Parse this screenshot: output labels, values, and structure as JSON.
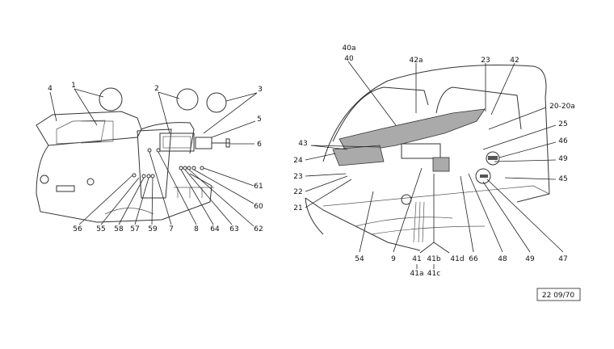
{
  "left_view": {
    "labels": [
      "4",
      "1",
      "2",
      "3",
      "5",
      "6",
      "61",
      "60",
      "62",
      "63",
      "64",
      "8",
      "7",
      "59",
      "57",
      "58",
      "55",
      "56"
    ]
  },
  "right_view": {
    "labels": [
      "40a",
      "40",
      "42a",
      "23",
      "42",
      "20-20a",
      "25",
      "46",
      "49",
      "45",
      "43",
      "24",
      "23",
      "22",
      "21",
      "54",
      "9",
      "41",
      "41a",
      "41b",
      "41c",
      "41d",
      "66",
      "48",
      "49",
      "47"
    ]
  },
  "reference": "22 09/70"
}
